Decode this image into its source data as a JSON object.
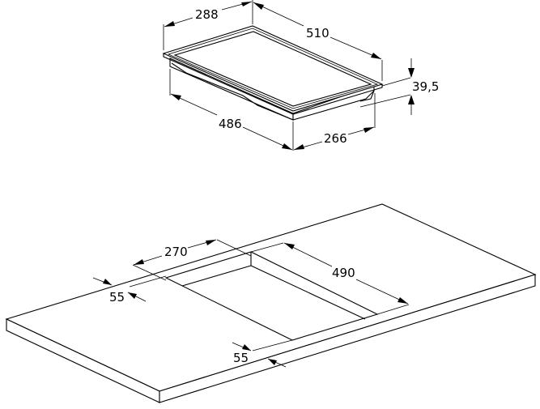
{
  "diagram": {
    "subject": "Built-in hob dimensions and worktop cut-out",
    "units": "mm",
    "appliance": {
      "dimensions": {
        "depth_top": "288",
        "width_top": "510",
        "height": "39,5",
        "width_body": "486",
        "depth_body": "266"
      }
    },
    "cutout": {
      "dimensions": {
        "cutout_depth": "270",
        "cutout_width": "490",
        "min_distance_back": "55",
        "min_distance_front": "55"
      }
    }
  }
}
